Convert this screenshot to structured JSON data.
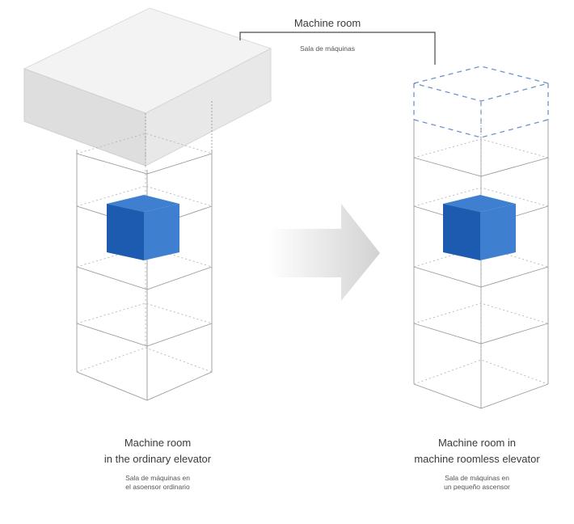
{
  "top_label": {
    "title": "Machine room",
    "subtitle": "Sala de máquinas"
  },
  "left_shaft": {
    "caption_line1": "Machine room",
    "caption_line2": "in the ordinary elevator",
    "sub_line1": "Sala de máquinas en",
    "sub_line2": "el asoensor ordinario"
  },
  "right_shaft": {
    "caption_line1": "Machine room in",
    "caption_line2": "machine roomless elevator",
    "sub_line1": "Sala de máquinas en",
    "sub_line2": "un pequeño ascensor"
  },
  "colors": {
    "cabin_front": "#1c5bb0",
    "cabin_side": "#3f7fd0",
    "machine_box": "#ececec",
    "dashed_outline": "#6e94c8",
    "shaft_lines": "#9a9a9a"
  }
}
